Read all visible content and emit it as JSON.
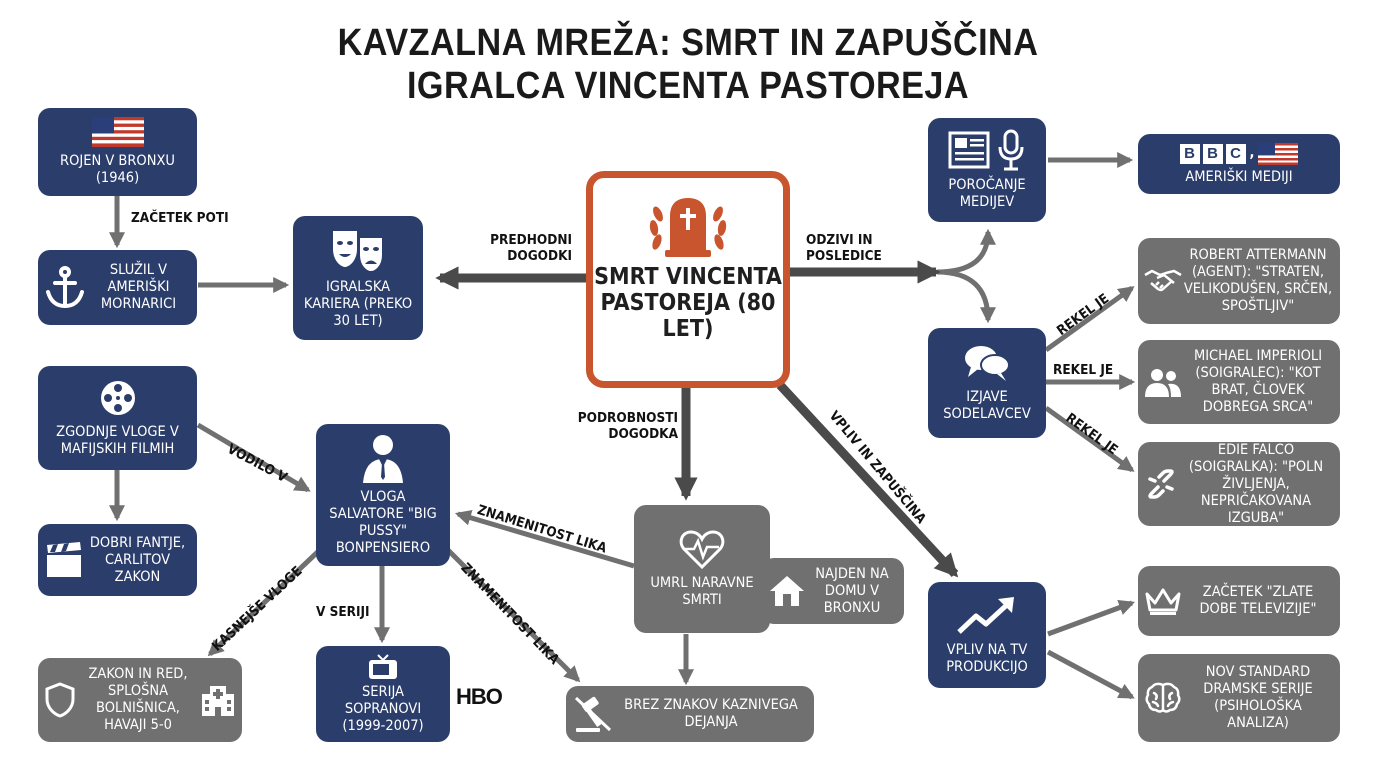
{
  "title": {
    "line1": "KAVZALNA MREŽA: SMRT IN ZAPUŠČINA",
    "line2": "IGRALCA VINCENTA PASTOREJA"
  },
  "center": {
    "text": "SMRT VINCENTA PASTOREJA (80 LET)"
  },
  "nodes": {
    "born": "ROJEN V BRONXU (1946)",
    "navy_service": "SLUŽIL V AMERIŠKI MORNARICI",
    "career": "IGRALSKA KARIERA (PREKO 30 LET)",
    "early_roles": "ZGODNJE VLOGE V MAFIJSKIH FILMIH",
    "films": "DOBRI FANTJE, CARLITOV ZAKON",
    "salvatore": "VLOGA SALVATORE \"BIG PUSSY\" BONPENSIERO",
    "later_roles_list": "ZAKON IN RED, SPLOŠNA BOLNIŠNICA, HAVAJI 5-0",
    "sopranos": "SERIJA SOPRANOVI (1999-2007)",
    "no_crime": "BREZ ZNAKOV KAZNIVEGA DEJANJA",
    "natural_death": "UMRL NARAVNE SMRTI",
    "found_home": "NAJDEN NA DOMU V BRONXU",
    "media": "POROČANJE MEDIJEV",
    "us_media": "AMERIŠKI MEDIJI",
    "statements": "IZJAVE SODELAVCEV",
    "attermann": "ROBERT ATTERMANN (AGENT): \"STRATEN, VELIKODUŠEN, SRČEN, SPOŠTLJIV\"",
    "imperioli": "MICHAEL IMPERIOLI (SOIGRALEC): \"KOT BRAT, ČLOVEK DOBREGA SRCA\"",
    "falco": "EDIE FALCO (SOIGRALKA): \"POLN ŽIVLJENJA, NEPRIČAKOVANA IZGUBA\"",
    "tv_impact": "VPLIV NA TV PRODUKCIJO",
    "golden_age": "ZAČETEK \"ZLATE DOBE TELEVIZIJE\"",
    "new_standard": "NOV STANDARD DRAMSKE SERIJE (PSIHOLOŠKA ANALIZA)"
  },
  "brands": {
    "bbc": "BBC",
    "hbo": "HBO"
  },
  "edge_labels": {
    "start": "ZAČETEK POTI",
    "previous": "PREDHODNI DOGODKI",
    "reactions": "ODZIVI IN POSLEDICE",
    "led_to": "VODILO V",
    "details": "PODROBNOSTI DOGODKA",
    "fame1": "ZNAMENITOST LIKA",
    "fame2": "ZNAMENITOST LIKA",
    "later": "KASNEJŠE VLOGE",
    "in_series": "V SERIJI",
    "impact": "VPLIV IN ZAPUŠČINA",
    "said1": "REKEL JE",
    "said2": "REKEL JE",
    "said3": "REKEL JE"
  },
  "icons": {
    "born": "us-flag-icon",
    "navy_service": "anchor-icon",
    "career": "theater-masks-icon",
    "early_roles": "film-reel-icon",
    "films": "clapperboard-icon",
    "salvatore": "man-in-suit-icon",
    "later_roles_list": "shield-and-hospital-icon",
    "sopranos": "tv-icon",
    "no_crime": "no-gavel-icon",
    "natural_death": "heart-pulse-icon",
    "found_home": "house-icon",
    "media": "newspaper-microphone-icon",
    "statements": "speech-bubbles-icon",
    "attermann": "handshake-icon",
    "imperioli": "people-icon",
    "falco": "broken-link-icon",
    "tv_impact": "rising-chart-icon",
    "golden_age": "crown-icon",
    "new_standard": "brain-icon",
    "center": "tombstone-laurel-icon"
  },
  "colors": {
    "navy": "#2b3d6b",
    "gray": "#707070",
    "center_border": "#c9552e",
    "arrow": "#707070",
    "arrow_dark": "#4a4a4a"
  }
}
